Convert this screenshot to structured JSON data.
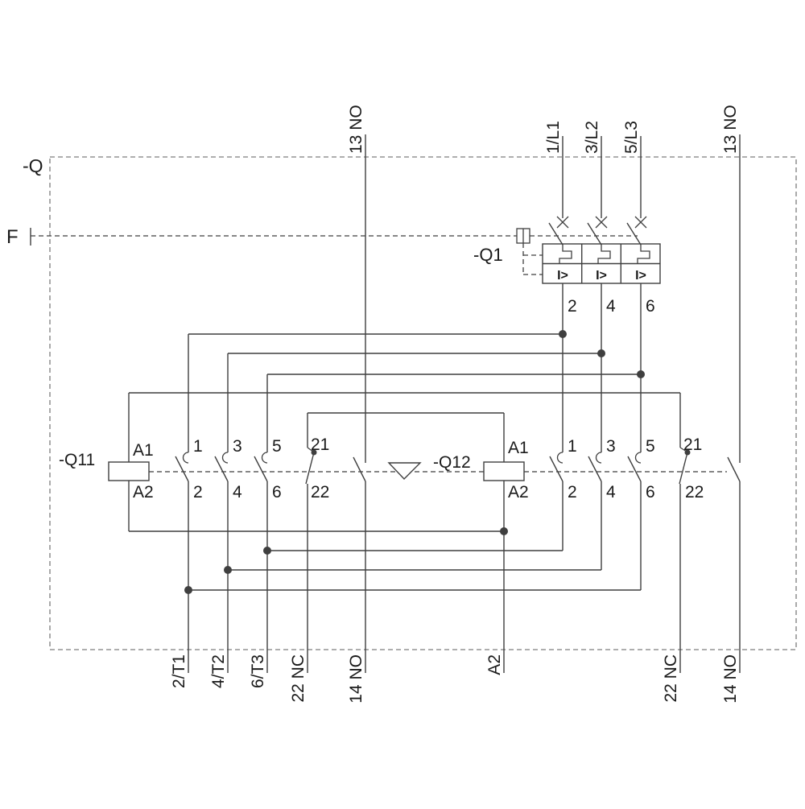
{
  "colors": {
    "background": "#ffffff",
    "wire": "#3f3f3f",
    "border": "#7d7d7d",
    "text": "#1a1a1a"
  },
  "frame": {
    "label": "-Q"
  },
  "trip_line": {
    "label": "F"
  },
  "terminals_top": [
    "13 NO",
    "1/L1",
    "3/L2",
    "5/L3",
    "13 NO"
  ],
  "breaker": {
    "label": "-Q1",
    "release_symbol": "I>",
    "outputs": [
      "2",
      "4",
      "6"
    ]
  },
  "q11": {
    "label": "-Q11",
    "coil_top": "A1",
    "coil_bottom": "A2",
    "top": [
      "1",
      "3",
      "5",
      "21"
    ],
    "bottom": [
      "2",
      "4",
      "6",
      "22"
    ]
  },
  "q12": {
    "label": "-Q12",
    "coil_top": "A1",
    "coil_bottom": "A2",
    "top": [
      "1",
      "3",
      "5",
      "21"
    ],
    "bottom": [
      "2",
      "4",
      "6",
      "22"
    ]
  },
  "terminals_bottom": [
    "2/T1",
    "4/T2",
    "6/T3",
    "22 NC",
    "14 NO",
    "A2",
    "22 NC",
    "14 NO"
  ]
}
